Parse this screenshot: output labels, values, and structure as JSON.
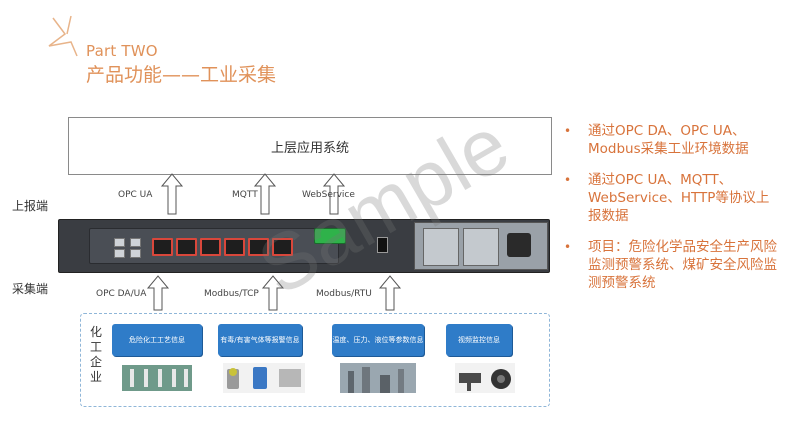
{
  "header": {
    "part_label": "Part TWO",
    "title": "产品功能——工业采集"
  },
  "upper_system": {
    "label": "上层应用系统"
  },
  "side_labels": {
    "upload": "上报端",
    "collect": "采集端"
  },
  "upper_protocols": [
    "OPC UA",
    "MQTT",
    "WebService"
  ],
  "lower_protocols": [
    "OPC DA/UA",
    "Modbus/TCP",
    "Modbus/RTU"
  ],
  "enterprise": {
    "label": "化工企业",
    "categories": [
      "危险化工工艺信息",
      "有毒/有害气体等报警信息",
      "温度、压力、液位等参数信息",
      "视频监控信息"
    ]
  },
  "bullets": [
    "通过OPC DA、OPC UA、Modbus采集工业环境数据",
    "通过OPC UA、MQTT、WebService、HTTP等协议上报数据",
    "项目：危险化学品安全生产风险监测预警系统、煤矿安全风险监测预警系统"
  ],
  "watermark": "Sample",
  "colors": {
    "accent": "#e0925a",
    "bullet_text": "#d8733b",
    "category_blue": "#2f7cc8"
  }
}
